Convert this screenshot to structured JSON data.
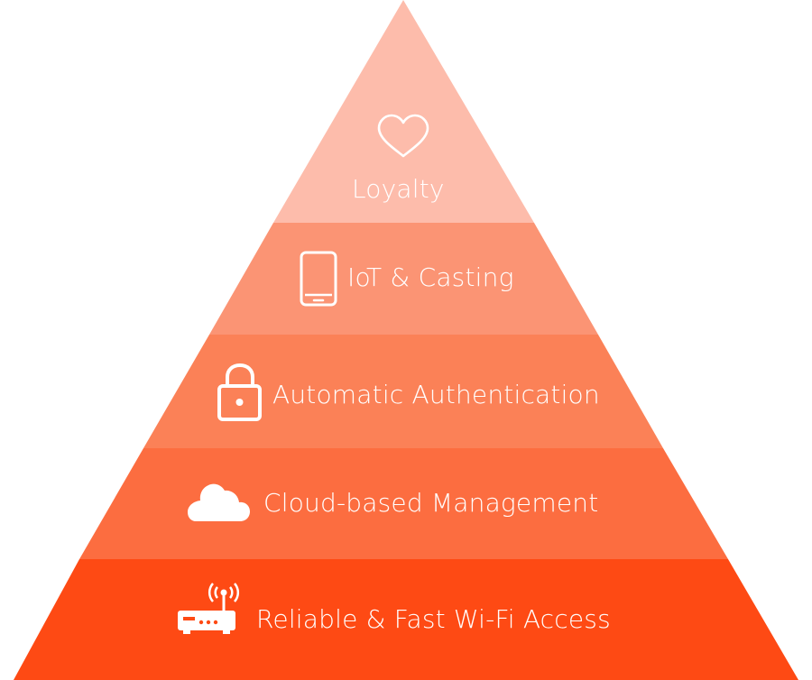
{
  "pyramid": {
    "levels": [
      {
        "label": "Loyalty",
        "icon": "heart-icon",
        "color": "#FDBCAB"
      },
      {
        "label": "IoT & Casting",
        "icon": "phone-icon",
        "color": "#FB9474"
      },
      {
        "label": "Automatic Authentication",
        "icon": "lock-icon",
        "color": "#FB8157"
      },
      {
        "label": "Cloud-based Management",
        "icon": "cloud-icon",
        "color": "#FC6D40"
      },
      {
        "label": "Reliable & Fast Wi-Fi Access",
        "icon": "router-icon",
        "color": "#FE4A14"
      }
    ]
  }
}
